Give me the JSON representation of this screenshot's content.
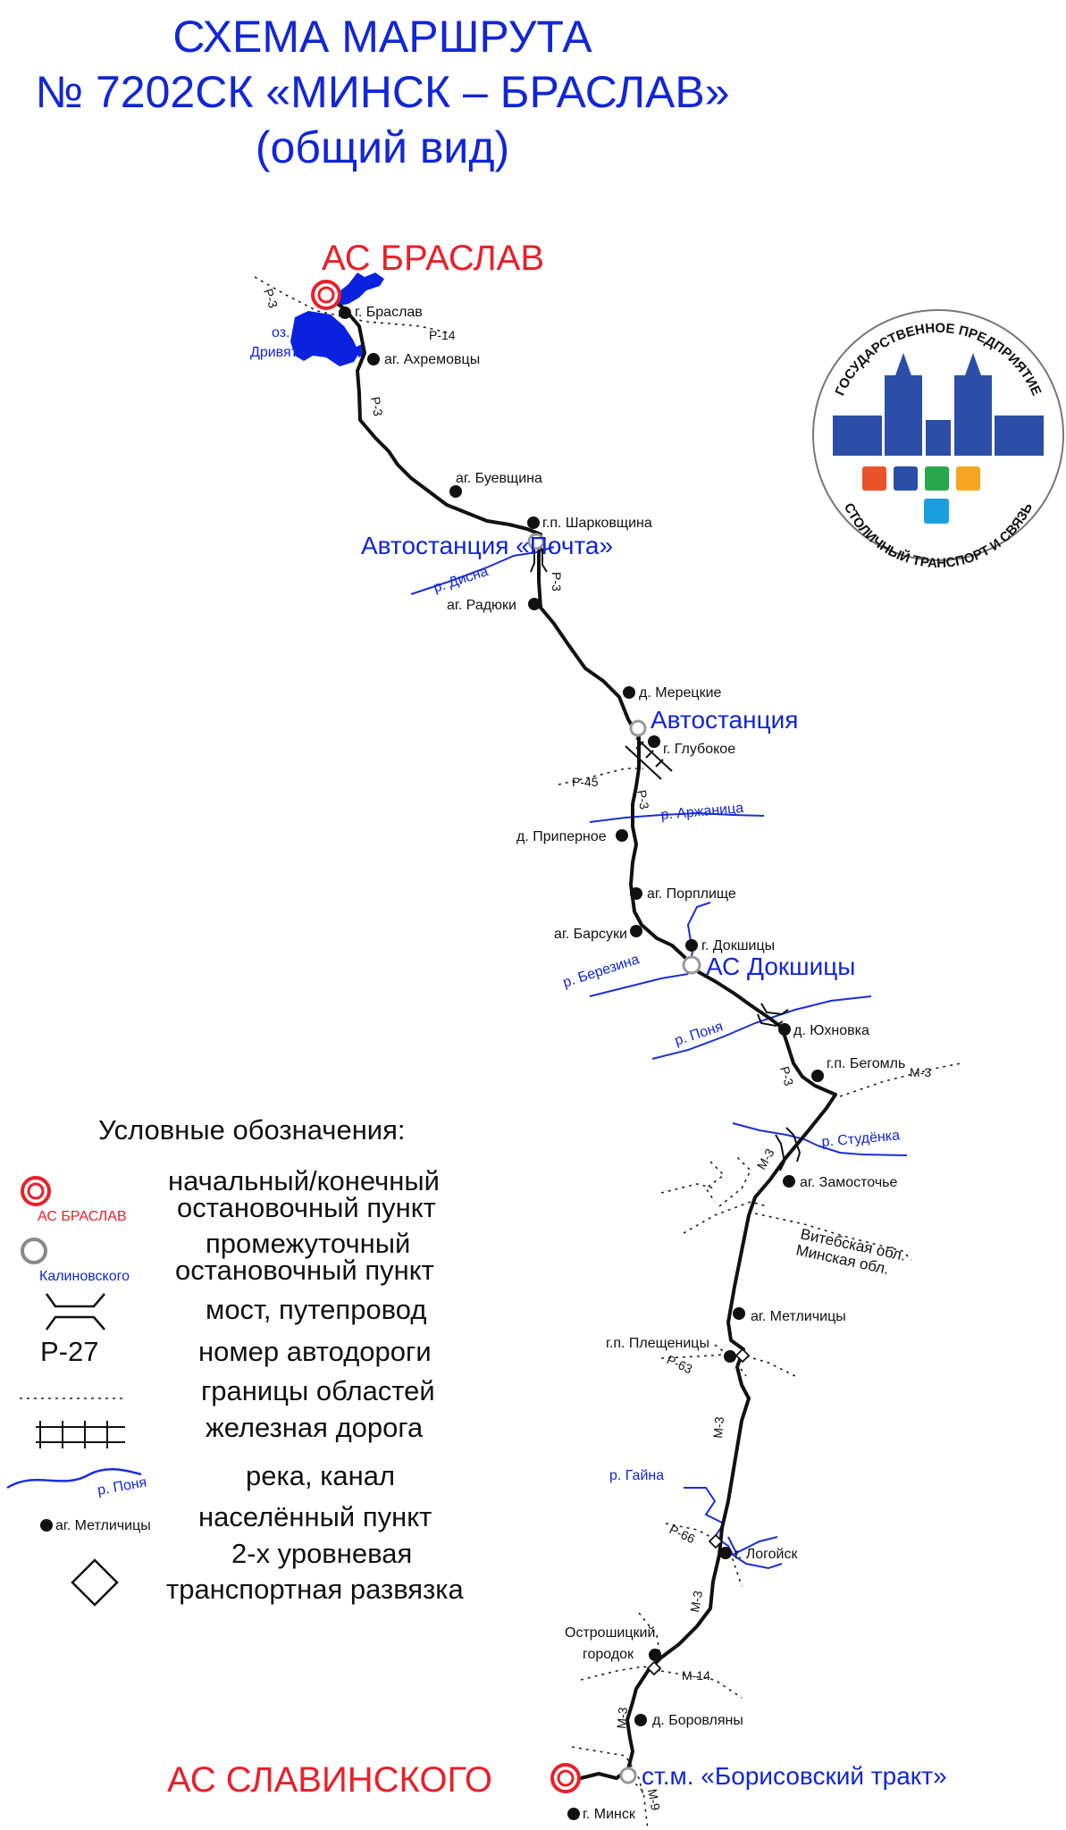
{
  "title": {
    "line1": "СХЕМА МАРШРУТА",
    "line2": "№ 7202СК «МИНСК – БРАСЛАВ»",
    "line3": "(общий вид)"
  },
  "terminals": {
    "braslav": "АС БРАСЛАВ",
    "slavinskogo": "АС СЛАВИНСКОГО"
  },
  "stations": {
    "pochta": "Автостанция «Почта»",
    "glubokoe": "Автостанция",
    "dokshitsy": "АС Докшицы",
    "borisovsky": "ст.м. «Борисовский тракт»"
  },
  "settlements": [
    "г. Браслав",
    "аг. Ахремовцы",
    "аг. Буевщина",
    "г.п. Шарковщина",
    "аг. Радюки",
    "д. Мерецкие",
    "г. Глубокое",
    "д. Приперное",
    "аг. Порплище",
    "аг. Барсуки",
    "г. Докшицы",
    "д. Юхновка",
    "г.п. Бегомль",
    "аг. Замосточье",
    "аг. Метличицы",
    "г.п. Плещеницы",
    "г. Логойск",
    "Острошицкий",
    "городок",
    "д. Боровляны",
    "г. Минск"
  ],
  "lake": {
    "line1": "оз.",
    "line2": "Дривяты"
  },
  "rivers": [
    "р. Дисна",
    "р. Аржаница",
    "р. Березина",
    "р. Поня",
    "р. Студёнка",
    "р. Гайна"
  ],
  "roads": [
    "Р-3",
    "Р-14",
    "Р-45",
    "Р-3",
    "Р-3",
    "Р-3",
    "М-3",
    "М-3",
    "Р-63",
    "М-3",
    "Р-66",
    "М-3",
    "М-14",
    "М-3",
    "М-9",
    "Р-3"
  ],
  "regions": {
    "vitebsk": "Витебская обл.",
    "minsk": "Минская обл."
  },
  "legend": {
    "heading": "Условные обозначения:",
    "sample_end": "АС БРАСЛАВ",
    "sample_mid": "Калиновского",
    "sample_road": "Р-27",
    "sample_river": "р. Поня",
    "sample_town": "аг. Метличицы",
    "items": [
      "начальный/конечный",
      "остановочный пункт",
      "промежуточный",
      "остановочный пункт",
      "мост, путепровод",
      "номер автодороги",
      "границы областей",
      "железная дорога",
      "река, канал",
      "населённый пункт",
      "2-х уровневая",
      "транспортная развязка"
    ]
  },
  "logo": {
    "top_text": "ГОСУДАРСТВЕННОЕ ПРЕДПРИЯТИЕ",
    "bottom_text": "СТОЛИЧНЫЙ ТРАНСПОРТ И СВЯЗЬ",
    "colors": [
      "#e8532a",
      "#2b4fa8",
      "#27a84a",
      "#f5a623",
      "#1a9ee0"
    ]
  },
  "colors": {
    "route": "#111111",
    "terminal": "#e8202a",
    "text_blue": "#1126d6",
    "river": "#1a2fd6",
    "lake": "#0a22e0"
  }
}
